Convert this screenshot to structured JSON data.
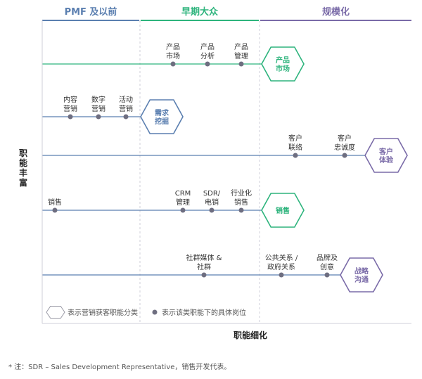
{
  "stages": [
    {
      "label": "PMF 及以前",
      "color": "#5b7fb0"
    },
    {
      "label": "早期大众",
      "color": "#2eb47d"
    },
    {
      "label": "规模化",
      "color": "#7a6ba8"
    }
  ],
  "axes": {
    "y_label": [
      "职",
      "能",
      "丰",
      "富"
    ],
    "x_label": "职能细化"
  },
  "rows": [
    {
      "category": [
        "产品",
        "市场"
      ],
      "color": "#2eb47d",
      "roles": [
        [
          "产品",
          "市场"
        ],
        [
          "产品",
          "分析"
        ],
        [
          "产品",
          "管理"
        ]
      ]
    },
    {
      "category": [
        "需求",
        "挖掘"
      ],
      "color": "#5b7fb0",
      "roles": [
        [
          "内容",
          "营销"
        ],
        [
          "数字",
          "营销"
        ],
        [
          "活动",
          "营销"
        ]
      ]
    },
    {
      "category": [
        "客户",
        "体验"
      ],
      "color": "#7a6ba8",
      "roles": [
        [
          "客户",
          "联络"
        ],
        [
          "客户",
          "忠诚度"
        ]
      ]
    },
    {
      "category": [
        "销售"
      ],
      "color": "#2eb47d",
      "roles": [
        [
          "销售"
        ],
        [
          "CRM",
          "管理"
        ],
        [
          "SDR/",
          "电销"
        ],
        [
          "行业化",
          "销售"
        ]
      ]
    },
    {
      "category": [
        "战略",
        "沟通"
      ],
      "color": "#7a6ba8",
      "roles": [
        [
          "社群媒体 &",
          "社群"
        ],
        [
          "公共关系 /",
          "政府关系"
        ],
        [
          "品牌及",
          "创意"
        ]
      ]
    }
  ],
  "legend": {
    "hex_text": "表示营销获客职能分类",
    "dot_text": "表示该类职能下的具体岗位"
  },
  "footnote": "* 注：SDR – Sales Development Representative，销售开发代表。",
  "colors": {
    "line_blue": "#5b7fb0",
    "line_green": "#2eb47d",
    "line_purple": "#7a6ba8",
    "dot": "#6e6e80"
  }
}
